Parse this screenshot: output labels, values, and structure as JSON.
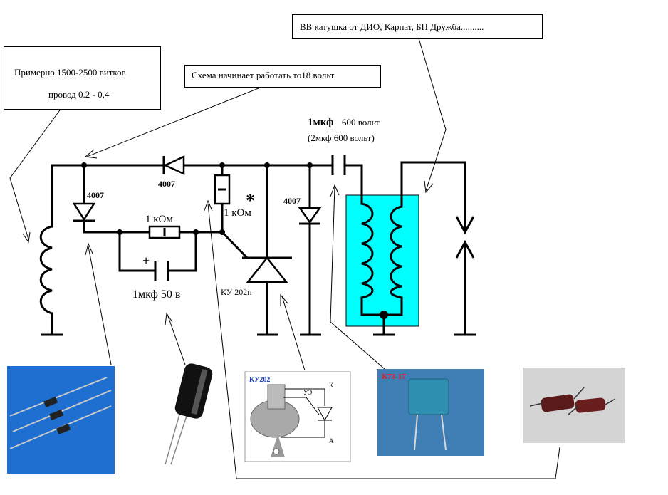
{
  "notes": {
    "turns_line1": "Примерно 1500-2500 витков",
    "turns_line2": "провод 0.2  - 0,4",
    "start_voltage": "Схема начинает работать то18 вольт",
    "hv_coil": "ВВ катушка от ДИО, Карпат, БП Дружба.........."
  },
  "labels": {
    "cap_hv_value": "1мкф",
    "cap_hv_voltage": "600 вольт",
    "cap_hv_alt": "(2мкф 600 вольт)",
    "diode_top": "4007",
    "diode_left": "4007",
    "diode_right": "4007",
    "resistor_horizontal": "1 кОм",
    "resistor_vertical": "1 кОм",
    "asterisk": "*",
    "plus_sign": "+",
    "cap_low": "1мкф 50 в",
    "thyristor": "КУ 202н"
  },
  "photos": {
    "thyristor_title": "КУ202",
    "pin_ue": "УЭ",
    "pin_k": "К",
    "pin_a": "А",
    "capacitor_title": "К73-17"
  },
  "colors": {
    "wire": "#000000",
    "coil_box": "#00ffff",
    "photo_blue": "#1f6fd1",
    "photo_blue2": "#3f7fb6"
  }
}
